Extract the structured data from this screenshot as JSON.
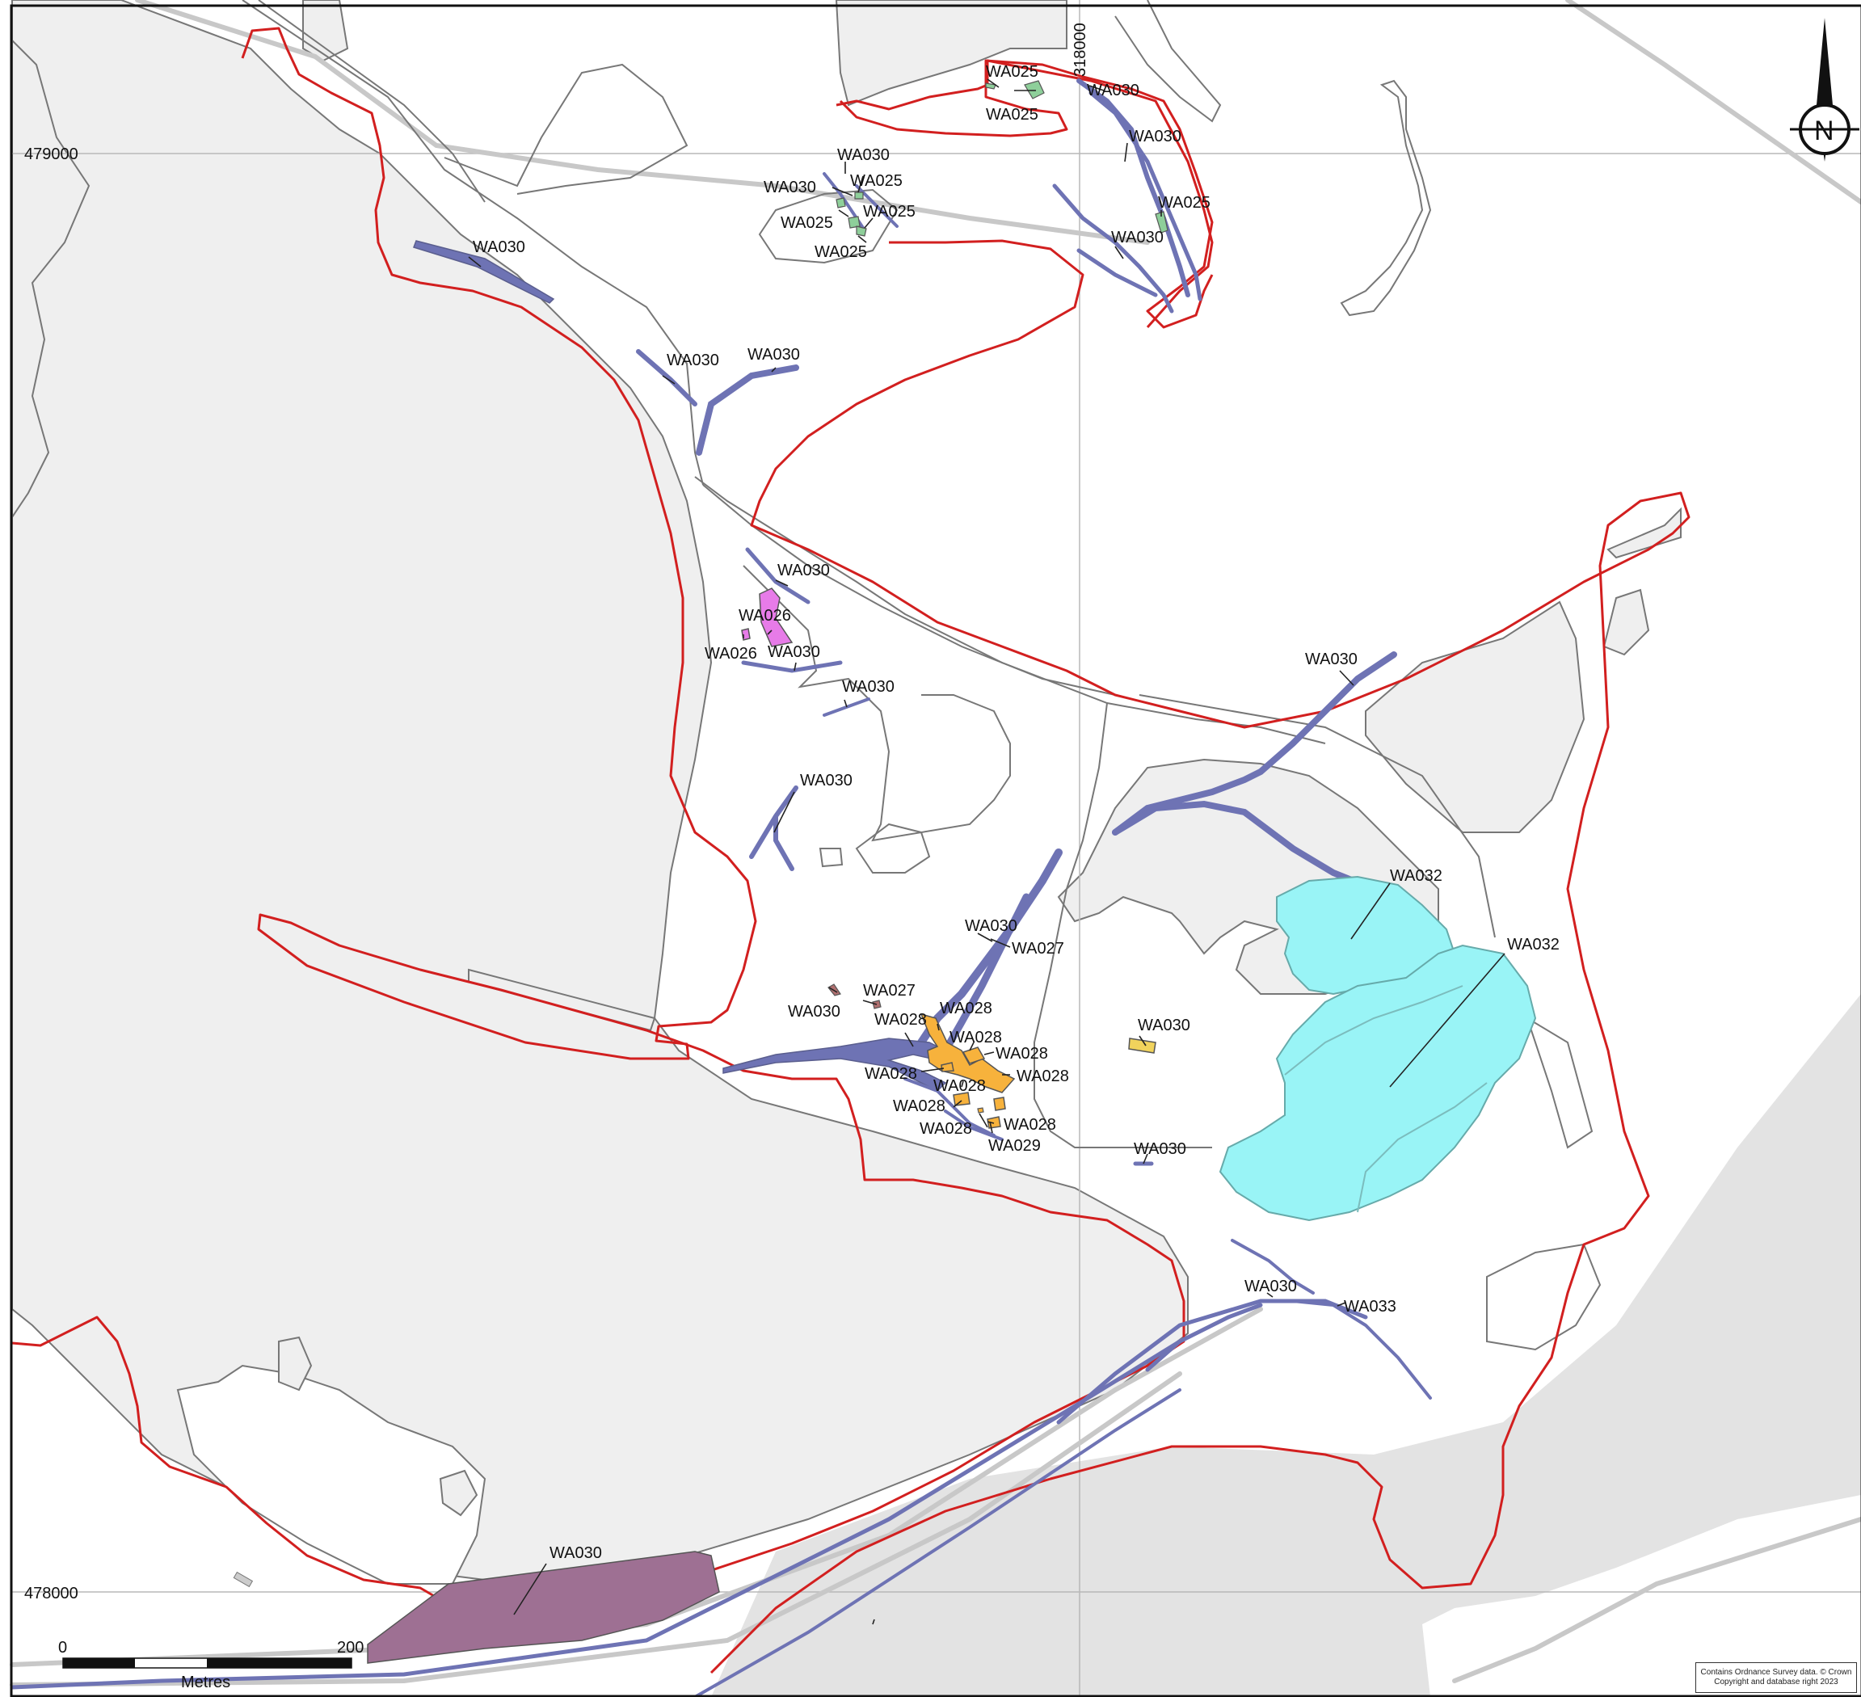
{
  "map": {
    "grid_labels": {
      "northing_top": "479000",
      "northing_bottom": "478000",
      "easting": "318000"
    },
    "scale_bar": {
      "start": "0",
      "end": "200",
      "unit": "Metres"
    },
    "north_arrow": {
      "letter": "N",
      "icon": "north-arrow-icon"
    },
    "copyright": {
      "line1": "Contains Ordnance Survey data. © Crown",
      "line2": "Copyright and database right 2023"
    },
    "labels": [
      "WA025",
      "WA025",
      "WA030",
      "WA030",
      "WA025",
      "WA030",
      "WA030",
      "WA025",
      "WA025",
      "WA025",
      "WA025",
      "WA030",
      "WA030",
      "WA030",
      "WA030",
      "WA026",
      "WA026",
      "WA030",
      "WA030",
      "WA030",
      "WA030",
      "WA032",
      "WA032",
      "WA030",
      "WA030",
      "WA027",
      "WA027",
      "WA030",
      "WA028",
      "WA028",
      "WA028",
      "WA028",
      "WA028",
      "WA028",
      "WA028",
      "WA028",
      "WA028",
      "WA028",
      "WA029",
      "WA030",
      "WA030",
      "WA030",
      "WA033",
      "WA030"
    ],
    "colors": {
      "boundary": "#d21f1f",
      "wa025": "#8ecf9a",
      "wa026": "#e77be8",
      "wa027": "#b07070",
      "wa028": "#f7b23c",
      "wa029": "#f1d35c",
      "wa030": "#6e73b4",
      "wa032": "#99f4f6",
      "wa033": "#9e7093",
      "land_grey": "#efefef",
      "dark_grey": "#e2e2e2"
    }
  }
}
